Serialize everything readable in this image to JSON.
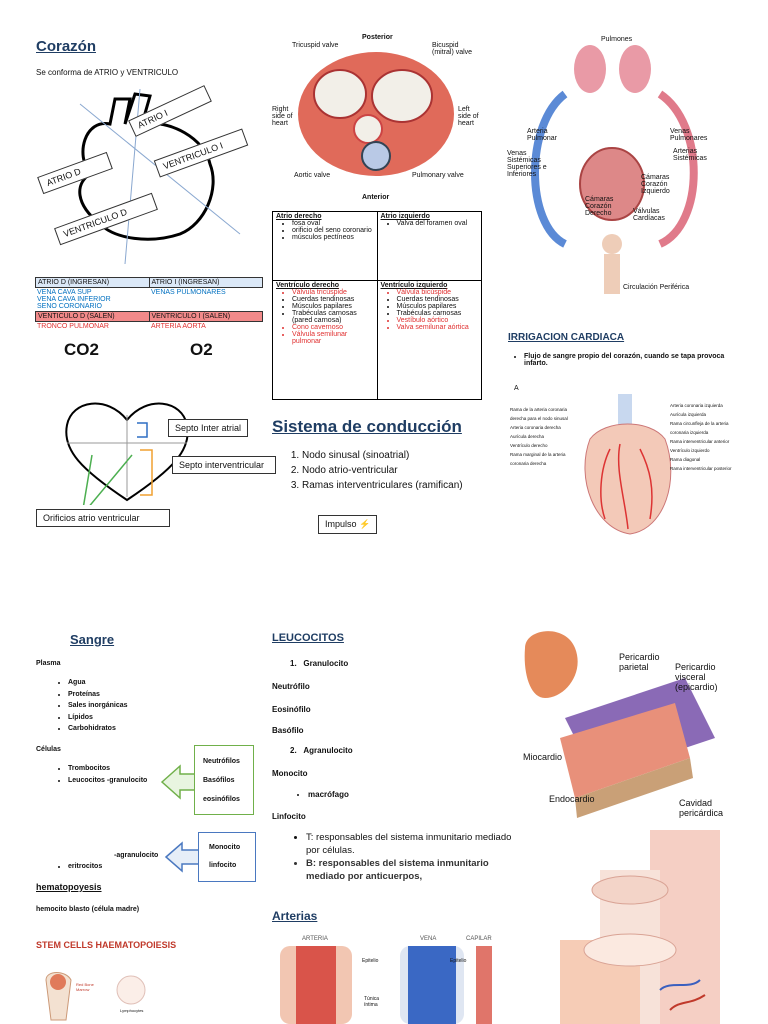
{
  "corazon": {
    "title": "Corazón",
    "subtitle": "Se conforma de ATRIO   y VENTRICULO",
    "labels": {
      "atrio_i": "ATRIO I",
      "atrio_d": "ATRIO D",
      "ventriculo_i": "VENTRICULO I",
      "ventriculo_d": "VENTRICULO D"
    }
  },
  "ingresan_table": {
    "header_left": "ATRIO D (INGRESAN)",
    "header_right": "ATRIO I (INGRESAN)",
    "left_rows": [
      "VENA CAVA SUP",
      "VENA CAVA INFERIOR",
      "SENO CORONARIO"
    ],
    "right_rows": [
      "VENAS PULMONARES"
    ],
    "salen_left": "VENTICULO D (SALEN)",
    "salen_right": "VENTRICULO I (SALEN)",
    "salen_left_val": "TRONCO PULMONAR",
    "salen_right_val": "ARTERIA AORTA",
    "co2": "CO2",
    "o2": "O2"
  },
  "valves_fig": {
    "posterior": "Posterior",
    "anterior": "Anterior",
    "tricuspid": "Tricuspid valve",
    "bicuspid": "Bicuspid (mitral) valve",
    "right_side": "Right side of heart",
    "left_side": "Left side of heart",
    "aortic": "Aortic valve",
    "pulmonary": "Pulmonary valve"
  },
  "atrio_table": {
    "ad_header": "Atrio derecho",
    "ai_header": "Atrio izquierdo",
    "ad_items": [
      "fosa oval",
      "orificio del seno coronario",
      "músculos pectíneos"
    ],
    "ai_items": [
      "Valva del foramen oval"
    ],
    "vd_header": "Ventrículo derecho",
    "vi_header": "Ventrículo izquierdo",
    "vd_items": [
      {
        "text": "Válvula tricúspide",
        "red": true
      },
      {
        "text": "Cuerdas tendinosas",
        "red": false
      },
      {
        "text": "Músculos papilares",
        "red": false
      },
      {
        "text": "Trabéculas carnosas (pared carnosa)",
        "red": false
      },
      {
        "text": "Cono cavernoso",
        "red": true
      },
      {
        "text": "Válvula semilunar pulmonar",
        "red": true
      }
    ],
    "vi_items": [
      {
        "text": "Válvula bicúspide",
        "red": true
      },
      {
        "text": "Cuerdas tendinosas",
        "red": false
      },
      {
        "text": "Músculos papilares",
        "red": false
      },
      {
        "text": "Trabéculas carnosas",
        "red": false
      },
      {
        "text": "Vestíbulo aórtico",
        "red": true
      },
      {
        "text": "Valva semilunar aórtica",
        "red": true
      }
    ]
  },
  "circulation_fig": {
    "pulmones": "Pulmones",
    "arteria_pulmonar": "Arteria Pulmonar",
    "venas_pulmonares": "Venas Pulmonares",
    "venas_sistemicas": "Venas Sistémicas Superiores e Inferiores",
    "arterias_sistemicas": "Arterias Sistémicas",
    "camaras_izq": "Cámaras Corazón Izquierdo",
    "camaras_der": "Cámaras Corazón Derecho",
    "valvulas": "Válvulas Cardíacas",
    "circ_periferica": "Circulación Periférica"
  },
  "septo": {
    "inter_atrial": "Septo Inter atrial",
    "interventricular": "Septo interventricular",
    "orificios": "Orificios atrio ventricular"
  },
  "conduccion": {
    "title": "Sistema de conducción",
    "items": [
      "Nodo sinusal (sinoatrial)",
      "Nodo atrio-ventricular",
      "Ramas interventriculares (ramifican)"
    ],
    "impulso": "Impulso",
    "bolt": "⚡"
  },
  "irrigacion": {
    "title": "IRRIGACION CARDIACA",
    "bullet": "Flujo de sangre propio del corazón, cuando se tapa provoca infarto.",
    "fig_letter": "A",
    "labels": [
      "Arteria coronaria izquierda",
      "Rama de la arteria coronaria derecha para el nodo sinusal",
      "Aurícula izquierda",
      "Arteria coronaria derecha",
      "Aurícula derecha",
      "Ventrículo derecho",
      "Rama circunfleja de la arteria coronaria izquierda",
      "Rama interventricular anterior",
      "Ventrículo izquierdo",
      "Rama marginal de la arteria coronaria derecha",
      "Rama interventricular posterior",
      "Rama diagonal"
    ]
  },
  "sangre": {
    "title": "Sangre",
    "plasma": "Plasma",
    "plasma_items": [
      "Agua",
      "Proteínas",
      "Sales inorgánicas",
      "Lípidos",
      "Carbohidratos"
    ],
    "celulas": "Células",
    "cel_items": [
      "Trombocitos",
      "Leucocitos -granulocito"
    ],
    "agranulocito": "-agranulocito",
    "eritrocitos": "eritrocitos",
    "green_box": [
      "Neutrófilos",
      "Basófilos",
      "eosinófilos"
    ],
    "blue_box": [
      "Monocito",
      "linfocito"
    ],
    "hematopoyesis": "hematopoyesis",
    "hemocito": "hemocito blasto (célula madre)",
    "stem_title": "STEM CELLS HAEMATOPOIESIS",
    "red_bone": "Red Bone Marrow",
    "lymphocytes": "Lymphocytes"
  },
  "leucocitos": {
    "title": "LEUCOCITOS",
    "granulocito": "Granulocito",
    "neutrofilo": "Neutrófilo",
    "eosinofilo": "Eosinófilo",
    "basofilo": "Basófilo",
    "agranulocito": "Agranulocito",
    "monocito": "Monocito",
    "macrofago": "macrófago",
    "linfocito": "Linfocito",
    "t_text": "T: responsables del sistema inmunitario mediado por células.",
    "b_text": "B: responsables del sistema inmunitario mediado por anticuerpos,"
  },
  "arterias": {
    "title": "Arterias",
    "arteria": "ARTERIA",
    "vena": "VENA",
    "capilar": "CAPILAR",
    "epitelio": "Epitelio",
    "tunica": "Túnica íntima"
  },
  "pericardio_fig": {
    "parietal": "Pericardio parietal",
    "visceral": "Pericardio visceral (epicardio)",
    "miocardio": "Miocardio",
    "endocardio": "Endocardio",
    "cavidad": "Cavidad pericárdica"
  },
  "colors": {
    "heading": "#1f3d63",
    "table_blue": "#0070c0",
    "table_red": "#e03030",
    "ingresan_header_bg": "#dbe8f7",
    "salen_bg": "#f28a8a"
  }
}
